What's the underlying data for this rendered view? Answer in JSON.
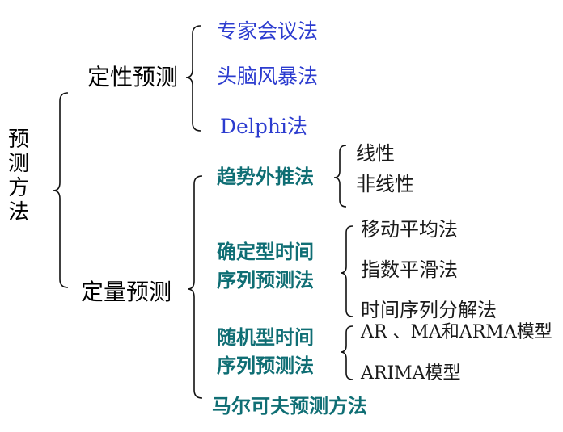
{
  "root": {
    "chars": [
      "预",
      "测",
      "方",
      "法"
    ]
  },
  "qualitative": {
    "label": "定性预测",
    "items": [
      "专家会议法",
      "头脑风暴法",
      "Delphi法"
    ]
  },
  "quantitative": {
    "label": "定量预测",
    "trend": {
      "label": "趋势外推法",
      "items": [
        "线性",
        "非线性"
      ]
    },
    "deterministic": {
      "label_line1": "确定型时间",
      "label_line2": "序列预测法",
      "items": [
        "移动平均法",
        "指数平滑法",
        "时间序列分解法"
      ]
    },
    "random": {
      "label_line1": "随机型时间",
      "label_line2": "序列预测法",
      "items": [
        "AR 、MA和ARMA模型",
        "ARIMA模型"
      ]
    },
    "markov": {
      "label": "马尔可夫预测方法"
    }
  }
}
